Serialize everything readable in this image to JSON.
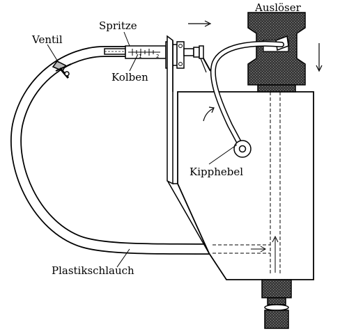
{
  "labels": {
    "ausloeser": "Auslöser",
    "spritze": "Spritze",
    "ventil": "Ventil",
    "kolben": "Kolben",
    "kipphebel": "Kipphebel",
    "plastikschlauch": "Plastikschlauch"
  },
  "scale": {
    "tick_1": "1",
    "tick_2": "2"
  },
  "colors": {
    "line": "#000000",
    "fill_dark": "#555555",
    "fill_light": "#ffffff"
  }
}
